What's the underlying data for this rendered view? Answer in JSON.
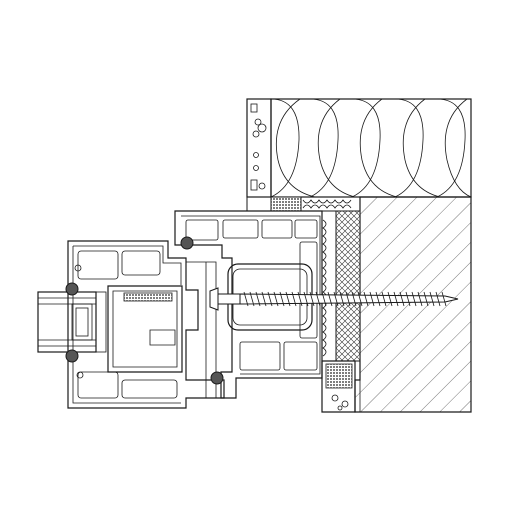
{
  "drawing": {
    "type": "window-frame-wall-connection-section",
    "colors": {
      "line": "#1a1a1a",
      "background": "#ffffff",
      "seal": "#555555",
      "foam": "#999999"
    },
    "components": [
      "insulation-batts",
      "masonry-wall",
      "sealing-tape-strip",
      "frame-profile",
      "sash-profile",
      "steel-reinforcement",
      "glazing-unit",
      "fixing-screw",
      "compressed-foam-tape",
      "corner-bead"
    ]
  }
}
